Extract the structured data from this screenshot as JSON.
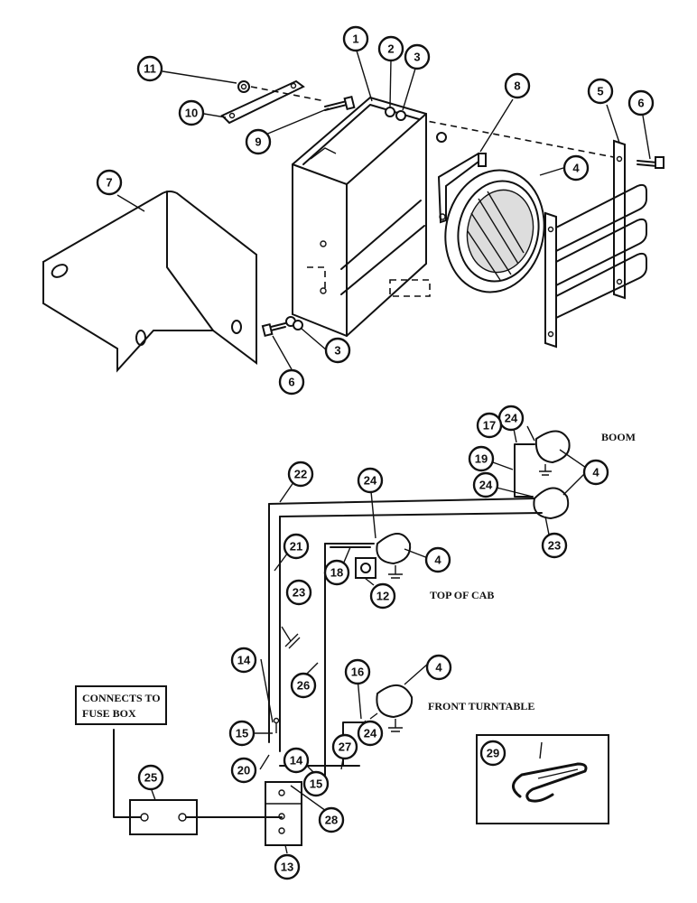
{
  "labels": {
    "boom": "BOOM",
    "top_of_cab": "TOP OF CAB",
    "front_turntable": "FRONT TURNTABLE",
    "connects_line1": "CONNECTS TO",
    "connects_line2": "FUSE BOX"
  },
  "callouts": {
    "c1": "1",
    "c2": "2",
    "c3a": "3",
    "c3b": "3",
    "c4a": "4",
    "c4b": "4",
    "c4c": "4",
    "c4d": "4",
    "c5": "5",
    "c6a": "6",
    "c6b": "6",
    "c7": "7",
    "c8": "8",
    "c9": "9",
    "c10": "10",
    "c11": "11",
    "c12": "12",
    "c13": "13",
    "c14a": "14",
    "c14b": "14",
    "c15a": "15",
    "c15b": "15",
    "c16": "16",
    "c17": "17",
    "c18": "18",
    "c19": "19",
    "c20": "20",
    "c21": "21",
    "c22": "22",
    "c23a": "23",
    "c23b": "23",
    "c24a": "24",
    "c24b": "24",
    "c24c": "24",
    "c24d": "24",
    "c25": "25",
    "c26": "26",
    "c27": "27",
    "c28": "28",
    "c29": "29"
  }
}
